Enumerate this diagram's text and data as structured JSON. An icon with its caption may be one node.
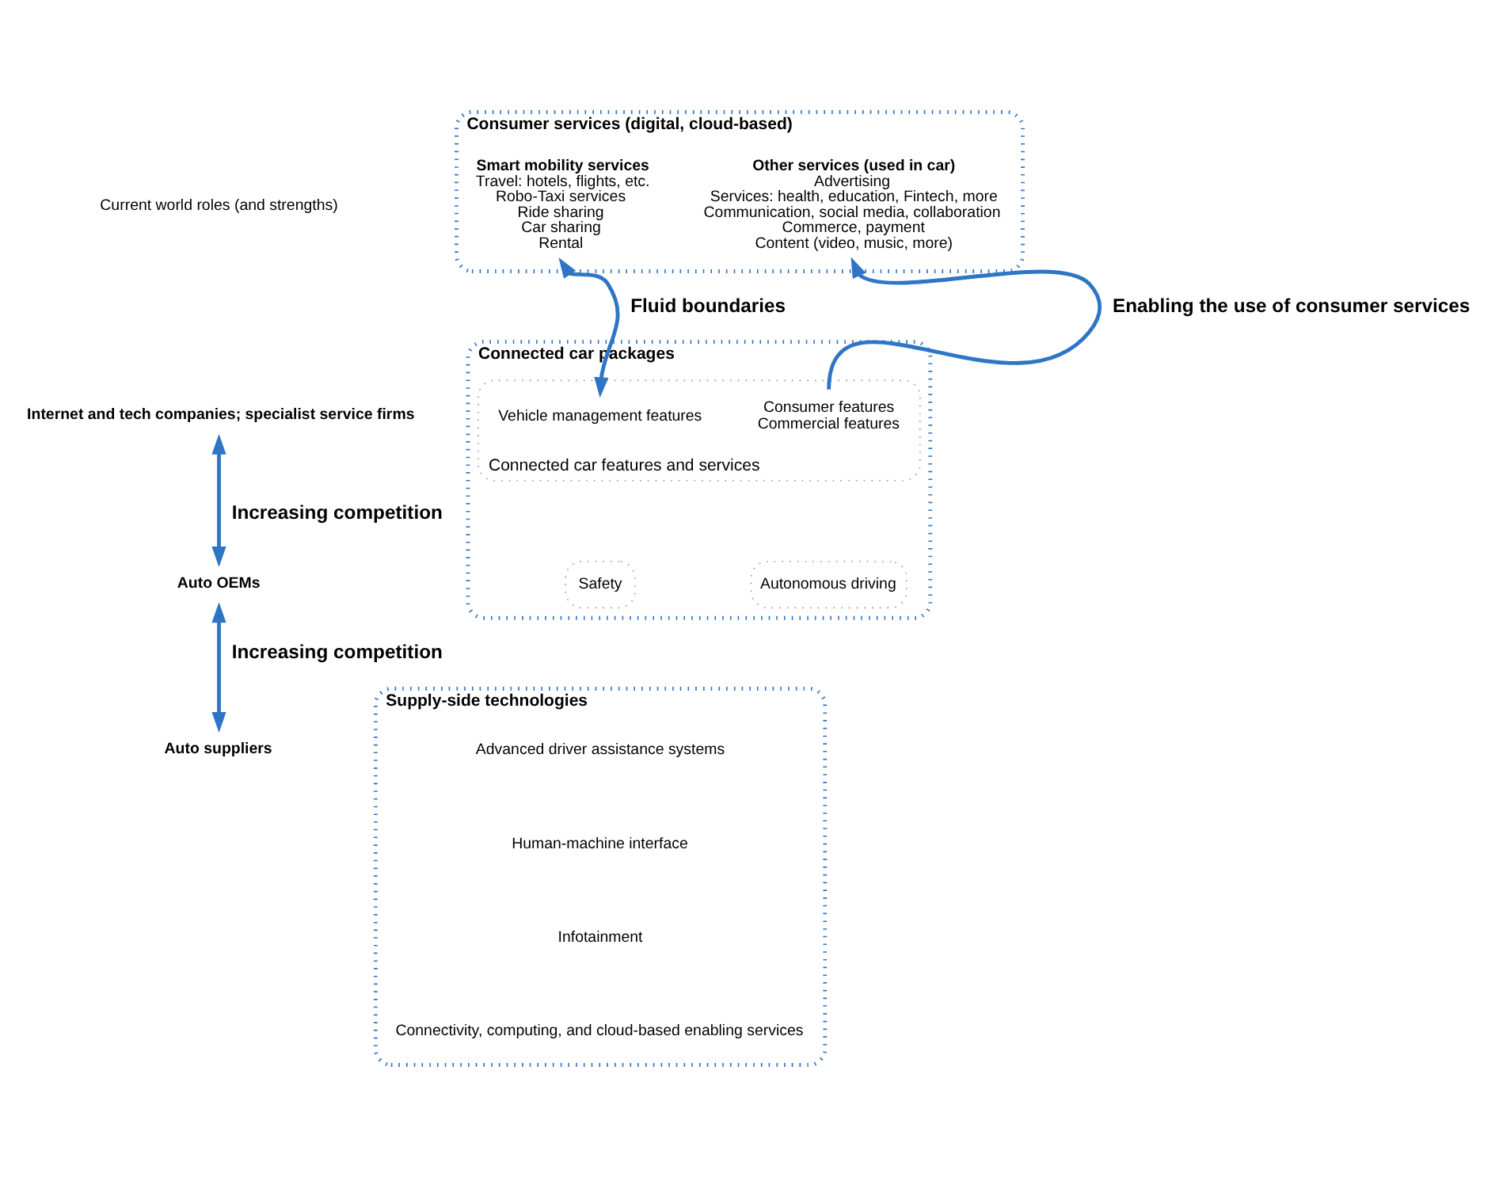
{
  "diagram": {
    "nodes": [
      {
        "text": [
          "Internet and tech companies; specialist service firms"
        ]
      },
      {
        "text": [
          "Auto OEMs"
        ]
      },
      {
        "text": [
          "Auto suppliers"
        ]
      },
      {
        "text": [
          "Consumer services (digital, cloud-based)"
        ]
      },
      {
        "text": [
          "Smart mobility services",
          "Travel: hotels, flights, etc.",
          "Robo-Taxi services",
          "Ride sharing",
          "Car sharing",
          "Rental"
        ],
        "in": 3
      },
      {
        "text": [
          "Other services (used in car)",
          "Advertising",
          "Services: health, education, Fintech, more",
          "Communication, social media, collaboration",
          "Commerce, payment",
          "Content (video, music, more)"
        ],
        "in": 3
      },
      {
        "text": [
          "Connected car packages"
        ]
      },
      {
        "text": [
          "Connected car features and services"
        ],
        "in": 6
      },
      {
        "text": [
          "Vehicle management features"
        ],
        "in": 7
      },
      {
        "text": [
          "Consumer features",
          "Commercial features"
        ],
        "in": 7
      },
      {
        "text": [
          "Safety"
        ],
        "in": 6
      },
      {
        "text": [
          "Autonomous driving"
        ],
        "in": 6
      },
      {
        "text": [
          "Supply-side technologies"
        ]
      },
      {
        "text": [
          "Advanced driver assistance systems"
        ],
        "in": 12
      },
      {
        "text": [
          "Human-machine interface"
        ],
        "in": 12
      },
      {
        "text": [
          "Infotainment"
        ],
        "in": 12
      },
      {
        "text": [
          "Connectivity, computing, and cloud-based enabling services"
        ],
        "in": 12
      }
    ],
    "edges": [
      {
        "from": 0,
        "to": 1,
        "arrow": "both",
        "label": "Increasing competition"
      },
      {
        "from": 1,
        "to": 2,
        "arrow": "both",
        "label": "Increasing competition"
      },
      {
        "from": 8,
        "to": 4,
        "arrow": "both",
        "label": "Fluid boundaries"
      },
      {
        "from": 9,
        "to": 5,
        "arrow": "to",
        "label": "Enabling the use of consumer services"
      }
    ],
    "labels": [
      "Current world roles (and strengths)"
    ]
  }
}
